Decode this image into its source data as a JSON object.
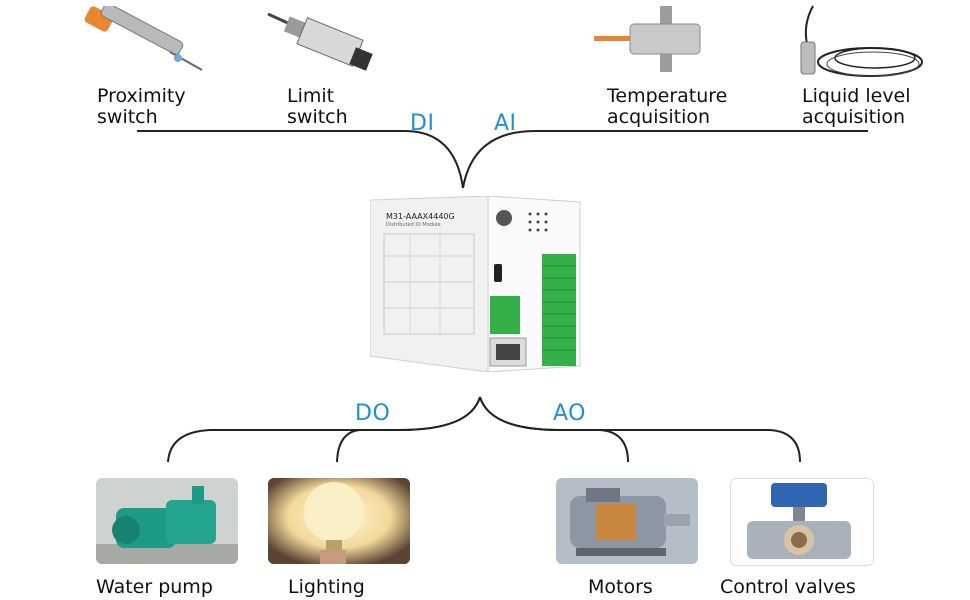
{
  "inputs": [
    {
      "label_line1": "Proximity",
      "label_line2": "switch",
      "icon": "proximity-sensor-icon"
    },
    {
      "label_line1": "Limit",
      "label_line2": "switch",
      "icon": "limit-switch-icon"
    },
    {
      "label_line1": "Temperature",
      "label_line2": "acquisition",
      "icon": "load-cell-icon"
    },
    {
      "label_line1": "Liquid level",
      "label_line2": "acquisition",
      "icon": "level-probe-icon"
    }
  ],
  "signals": {
    "di": "DI",
    "ai": "AI",
    "do": "DO",
    "ao": "AO"
  },
  "device": {
    "model": "M31-AAAX4440G",
    "subtitle": "Distributed IO Module",
    "icon": "io-module-device"
  },
  "outputs": [
    {
      "label": "Water pump",
      "icon": "water-pump-photo"
    },
    {
      "label": "Lighting",
      "icon": "light-bulb-photo"
    },
    {
      "label": "Motors",
      "icon": "motor-photo"
    },
    {
      "label": "Control valves",
      "icon": "control-valve-photo"
    }
  ],
  "colors": {
    "signal_text": "#1f8fd6",
    "wire": "#222222",
    "terminal_green": "#34b049"
  }
}
